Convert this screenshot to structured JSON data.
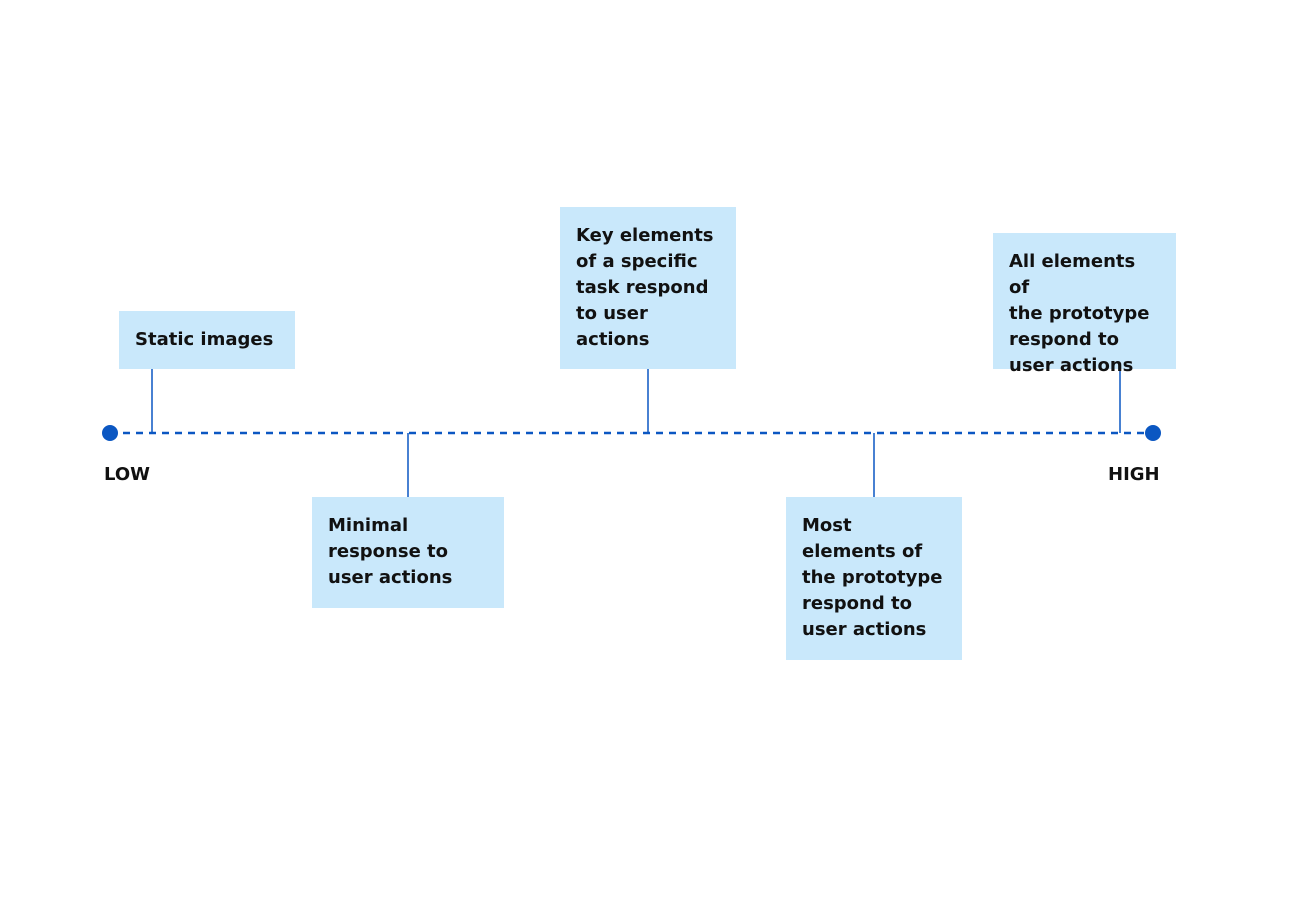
{
  "diagram": {
    "colors": {
      "axis": "#0b57c2",
      "box_fill": "#c9e8fb",
      "text": "#111111"
    },
    "axis_labels": {
      "low": "LOW",
      "high": "HIGH"
    },
    "items": [
      {
        "text": "Static images"
      },
      {
        "text": "Minimal\nresponse to\nuser actions"
      },
      {
        "text": "Key elements\nof a specific\ntask respond\nto user\nactions"
      },
      {
        "text": "Most\nelements of\nthe prototype\nrespond to\nuser actions"
      },
      {
        "text": "All elements of\nthe prototype\nrespond to\nuser actions"
      }
    ]
  }
}
